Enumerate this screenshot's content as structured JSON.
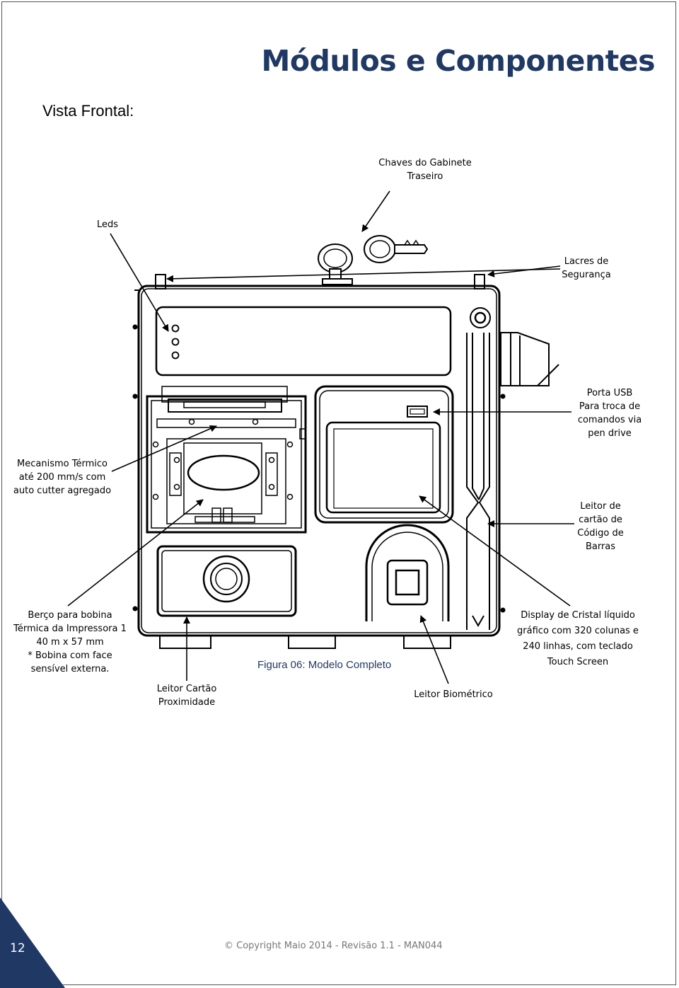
{
  "header": {
    "title": "Módulos e Componentes",
    "subtitle": "Vista Frontal:"
  },
  "labels": {
    "keys": "Chaves do Gabinete\nTraseiro",
    "leds": "Leds",
    "seals": "Lacres de\nSegurança",
    "usb": "Porta USB\nPara troca de\ncomandos via\npen drive",
    "thermal": "Mecanismo Térmico\naté 200 mm/s com\nauto cutter agregado",
    "barcode": "Leitor de\ncartão de\nCódigo de\nBarras",
    "cradle": "Berço para bobina\nTérmica da Impressora 1\n40 m x 57 mm\n* Bobina com face\nsensível externa.",
    "display": "Display de Cristal líquido\ngráfico com 320 colunas e\n240 linhas, com teclado\nTouch Screen",
    "proximity": "Leitor Cartão\nProximidade",
    "biometric": "Leitor Biométrico"
  },
  "figure": {
    "caption": "Figura 06: Modelo Completo"
  },
  "footer": {
    "page_number": "12",
    "copyright": "© Copyright Maio 2014 - Revisão 1.1 - MAN044",
    "accent_color": "#1f3864"
  }
}
